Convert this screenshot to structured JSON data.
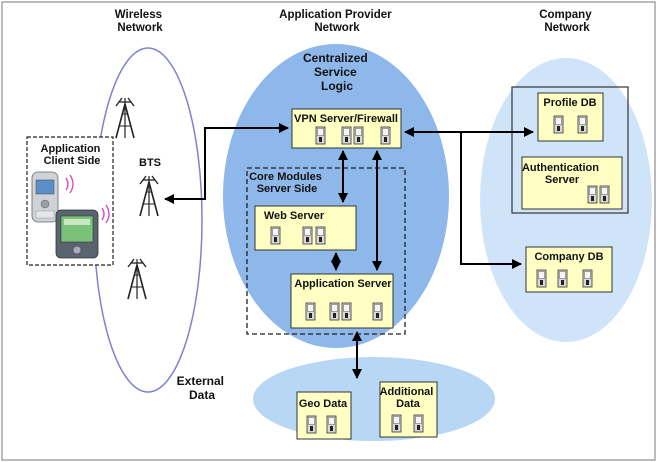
{
  "headers": {
    "wireless": [
      "Wireless",
      "Network"
    ],
    "provider": [
      "Application Provider",
      "Network"
    ],
    "company": [
      "Company",
      "Network"
    ]
  },
  "wireless": {
    "client_side": [
      "Application",
      "Client Side"
    ],
    "bts": "BTS"
  },
  "provider": {
    "centralized": [
      "Centralized",
      "Service",
      "Logic"
    ],
    "vpn": "VPN Server/Firewall",
    "core_modules": [
      "Core Modules",
      "Server Side"
    ],
    "web_server": "Web Server",
    "app_server": "Application Server"
  },
  "company": {
    "profile_db": "Profile DB",
    "auth_server": [
      "Authentication",
      "Server"
    ],
    "company_db": "Company DB"
  },
  "external": {
    "label": [
      "External",
      "Data"
    ],
    "geo_data": "Geo Data",
    "additional_data": [
      "Additional",
      "Data"
    ]
  },
  "colors": {
    "network_fill": "#8fb8ea",
    "company_fill": "#cfe4f8",
    "external_fill": "#b8d7f4",
    "box_fill": "#ffffc4"
  }
}
